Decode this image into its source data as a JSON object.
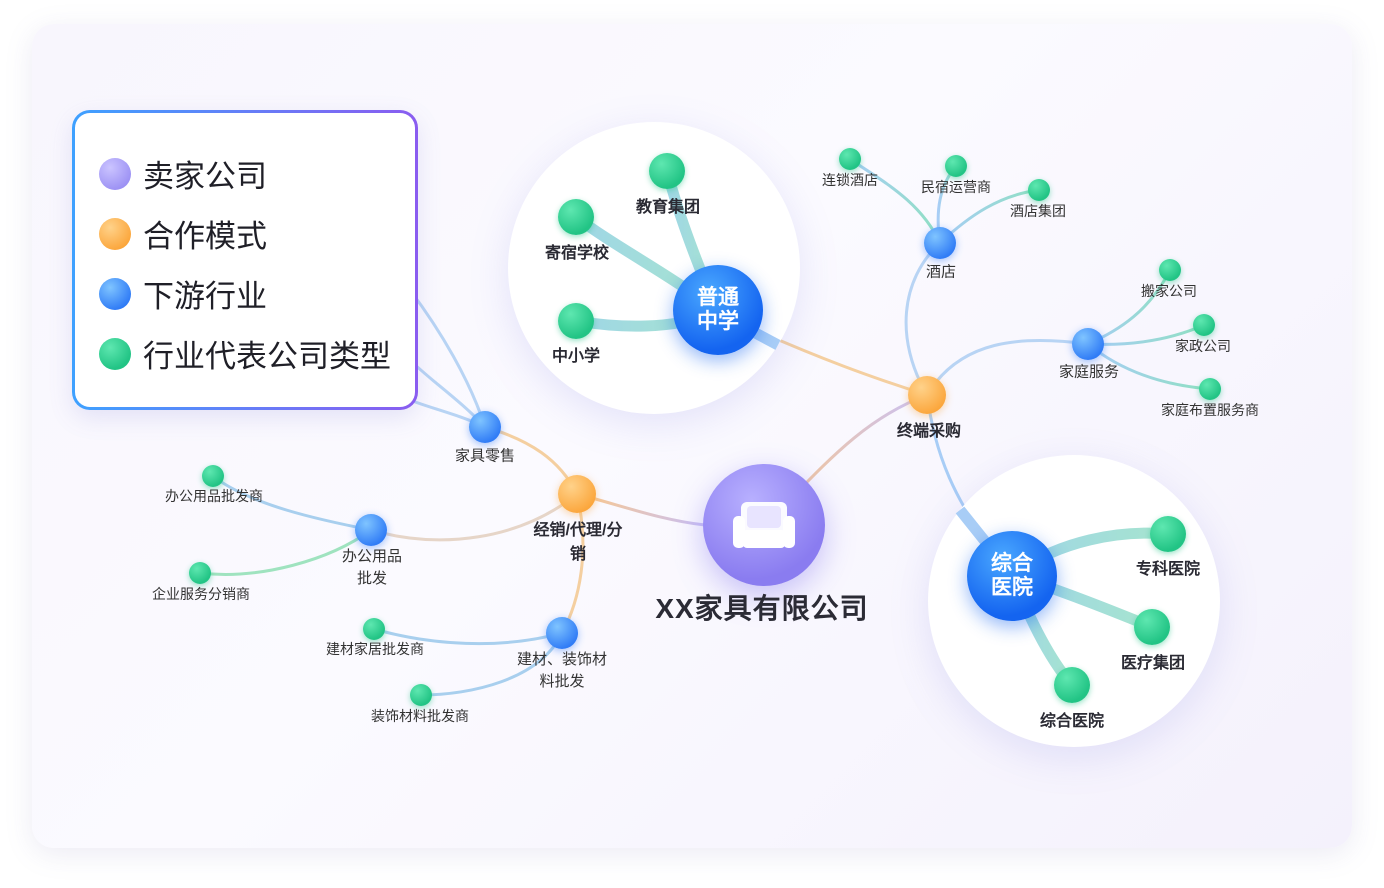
{
  "legend": {
    "items": [
      {
        "label": "卖家公司",
        "color": "#a59cf7"
      },
      {
        "label": "合作模式",
        "color": "#fbb14e"
      },
      {
        "label": "下游行业",
        "color": "#4d96f8"
      },
      {
        "label": "行业代表公司类型",
        "color": "#2ccd8e"
      }
    ]
  },
  "hub": {
    "label": "XX家具有限公司",
    "icon": "sofa-icon"
  },
  "modes": {
    "terminal": "终端采购",
    "distribution": "经销/代理/分销"
  },
  "industries": {
    "school": "普通中学",
    "hotel": "酒店",
    "home_service": "家庭服务",
    "hospital": "综合医院",
    "furniture_retail": "家具零售",
    "office_wholesale": "办公用品批发",
    "building_wholesale": "建材、装饰材料批发"
  },
  "companies": {
    "school": [
      "教育集团",
      "寄宿学校",
      "中小学"
    ],
    "hotel": [
      "连锁酒店",
      "民宿运营商",
      "酒店集团"
    ],
    "home_service": [
      "搬家公司",
      "家政公司",
      "家庭布置服务商"
    ],
    "hospital": [
      "专科医院",
      "医疗集团",
      "综合医院"
    ],
    "office_wholesale": [
      "办公用品批发商",
      "企业服务分销商"
    ],
    "building_wholesale": [
      "建材家居批发商",
      "装饰材料批发商"
    ]
  }
}
